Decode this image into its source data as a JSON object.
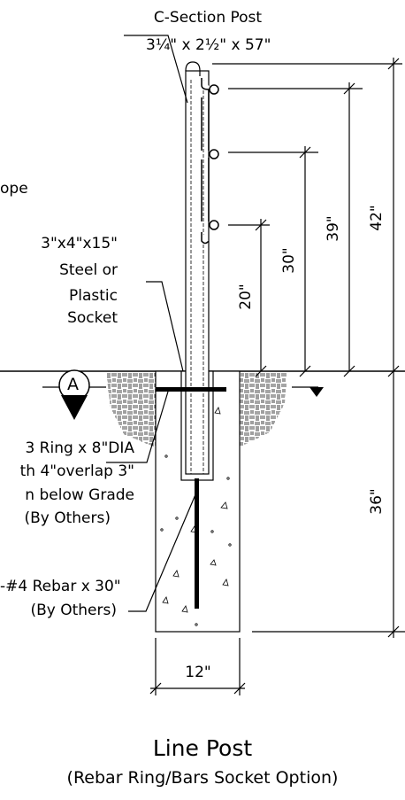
{
  "post_label": {
    "name": "C-Section Post",
    "size": "3¼\" x 2½\" x 57\""
  },
  "slope_label": "ope",
  "socket_label": [
    "3\"x4\"x15\"",
    "Steel or",
    "Plastic",
    "Socket"
  ],
  "section_marker": "A",
  "ring_label": [
    "3 Ring x 8\"DIA",
    "th 4\"overlap 3\"",
    "n below Grade",
    "(By Others)"
  ],
  "rebar_label": [
    "-#4 Rebar x 30\"",
    "(By Others)"
  ],
  "dimensions": {
    "rail_low": "20\"",
    "rail_mid": "30\"",
    "rail_top": "39\"",
    "post_height": "42\"",
    "embed_depth": "36\"",
    "footing_width": "12\""
  },
  "title": "Line Post",
  "subtitle": "(Rebar Ring/Bars Socket Option)"
}
